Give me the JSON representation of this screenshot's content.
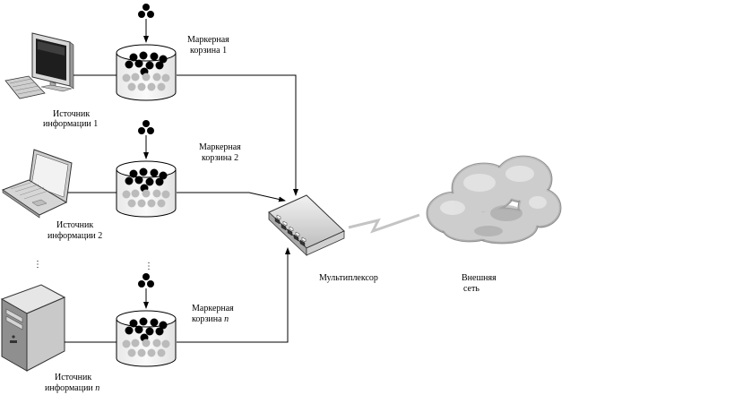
{
  "diagram": {
    "sources": [
      {
        "label_line1": "Источник",
        "label_line2": "информации 1",
        "device_icon": "desktop-computer-icon"
      },
      {
        "label_line1": "Источник",
        "label_line2": "информации 2",
        "device_icon": "laptop-icon"
      },
      {
        "label_line1": "Источник",
        "label_line2": "информации ",
        "label_italic": "n",
        "device_icon": "server-tower-icon"
      }
    ],
    "buckets": [
      {
        "label_line1": "Маркерная",
        "label_line2": "корзина 1"
      },
      {
        "label_line1": "Маркерная",
        "label_line2": "корзина 2"
      },
      {
        "label_line1": "Маркерная",
        "label_line2": "корзина  ",
        "label_italic": "n"
      }
    ],
    "ellipsis": "⋮",
    "multiplexer": {
      "label": "Мультиплексор",
      "icon": "network-switch-icon"
    },
    "network": {
      "label_line1": "Внешняя",
      "label_line2": "сеть",
      "icon": "cloud-icon"
    },
    "link_icon": "lightning-link-icon",
    "colors": {
      "token": "#000000",
      "token_used": "#bbbbbb",
      "bucket_fill": "#f4f4f4",
      "cloud": "#c8c8c8"
    }
  }
}
